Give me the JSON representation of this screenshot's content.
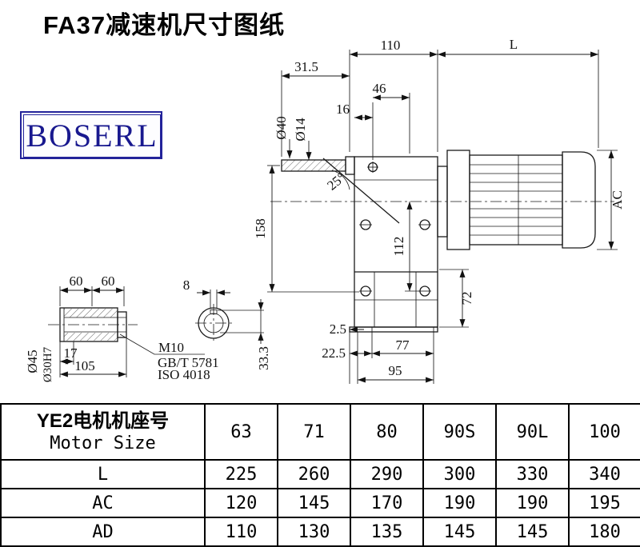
{
  "title": "FA37减速机尺寸图纸",
  "logo": {
    "text": "BOSERL"
  },
  "drawing": {
    "dim_110": "110",
    "dim_L": "L",
    "dim_31_5": "31.5",
    "dim_46": "46",
    "dim_16": "16",
    "dim_d40": "Ø40",
    "dim_d14": "Ø14",
    "dim_25": "25°",
    "dim_158": "158",
    "dim_112": "112",
    "dim_AC": "AC",
    "dim_72": "72",
    "dim_2_5": "2.5",
    "dim_22_5": "22.5",
    "dim_77": "77",
    "dim_95": "95",
    "dim_60a": "60",
    "dim_60b": "60",
    "dim_8": "8",
    "dim_d45": "Ø45",
    "dim_d30": "Ø30H7",
    "dim_17": "17",
    "dim_105": "105",
    "dim_33_3": "33.3",
    "note_m10": "M10",
    "note_gb": "GB/T 5781",
    "note_iso": "ISO 4018"
  },
  "table": {
    "header": {
      "line1": "YE2电机机座号",
      "line2": "Motor Size"
    },
    "columns": [
      "63",
      "71",
      "80",
      "90S",
      "90L",
      "100"
    ],
    "rows": [
      {
        "label": "L",
        "values": [
          "225",
          "260",
          "290",
          "300",
          "330",
          "340"
        ]
      },
      {
        "label": "AC",
        "values": [
          "120",
          "145",
          "170",
          "190",
          "190",
          "195"
        ]
      },
      {
        "label": "AD",
        "values": [
          "110",
          "130",
          "135",
          "145",
          "145",
          "180"
        ]
      }
    ]
  }
}
